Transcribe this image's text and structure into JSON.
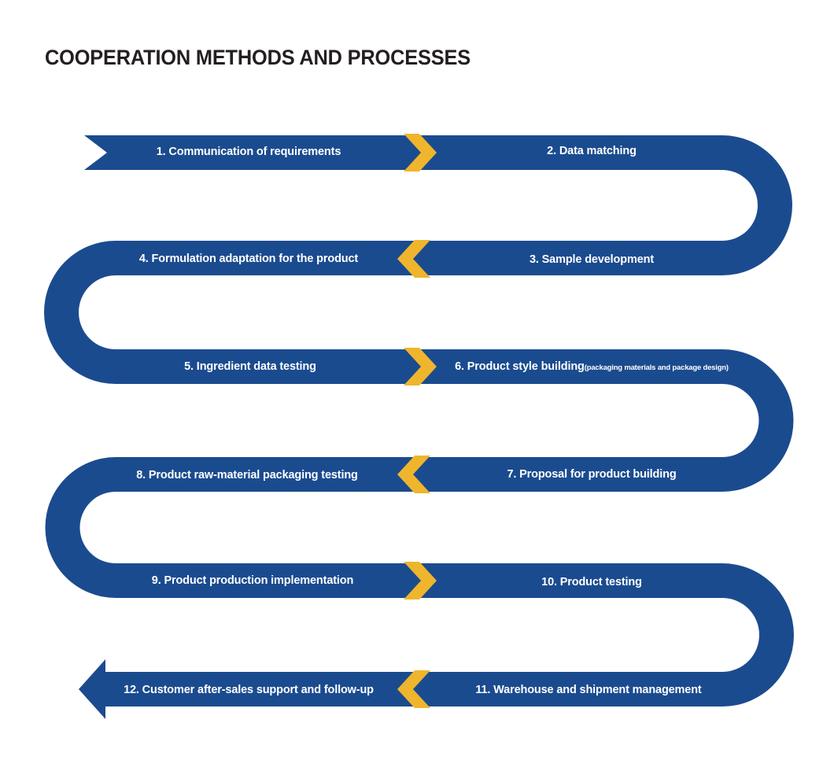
{
  "page": {
    "title": "COOPERATION METHODS AND PROCESSES",
    "background_color": "#ffffff",
    "title_color": "#231f20"
  },
  "theme": {
    "band_color": "#1b4b8f",
    "chevron_color": "#efb52c",
    "label_color": "#ffffff"
  },
  "diagram": {
    "type": "serpentine-process-flow",
    "direction": "boustrophedon",
    "band_thickness": 44,
    "step_count": 12,
    "start_marker": "notched-tail",
    "end_marker": "arrowhead-left",
    "steps": [
      {
        "number": "1.",
        "label": "1. Communication of requirements",
        "note": "",
        "row": 1,
        "side": "left",
        "flow": "right"
      },
      {
        "number": "2.",
        "label": "2. Data matching",
        "note": "",
        "row": 1,
        "side": "right",
        "flow": "right"
      },
      {
        "number": "3.",
        "label": "3. Sample development",
        "note": "",
        "row": 2,
        "side": "right",
        "flow": "left"
      },
      {
        "number": "4.",
        "label": "4. Formulation adaptation for the product",
        "note": "",
        "row": 2,
        "side": "left",
        "flow": "left"
      },
      {
        "number": "5.",
        "label": "5. Ingredient data testing",
        "note": "",
        "row": 3,
        "side": "left",
        "flow": "right"
      },
      {
        "number": "6.",
        "label": "6. Product style building",
        "note": "(packaging materials and package design)",
        "row": 3,
        "side": "right",
        "flow": "right"
      },
      {
        "number": "7.",
        "label": "7. Proposal for product  building",
        "note": "",
        "row": 4,
        "side": "right",
        "flow": "left"
      },
      {
        "number": "8.",
        "label": "8. Product raw-material packaging testing",
        "note": "",
        "row": 4,
        "side": "left",
        "flow": "left"
      },
      {
        "number": "9.",
        "label": "9. Product production implementation",
        "note": "",
        "row": 5,
        "side": "left",
        "flow": "right"
      },
      {
        "number": "10.",
        "label": "10. Product testing",
        "note": "",
        "row": 5,
        "side": "right",
        "flow": "right"
      },
      {
        "number": "11.",
        "label": "11. Warehouse and shipment management",
        "note": "",
        "row": 6,
        "side": "right",
        "flow": "left"
      },
      {
        "number": "12.",
        "label": "12. Customer after-sales support and follow-up",
        "note": "",
        "row": 6,
        "side": "left",
        "flow": "left"
      }
    ],
    "chevrons": [
      {
        "row": 1,
        "direction": "right"
      },
      {
        "row": 2,
        "direction": "left"
      },
      {
        "row": 3,
        "direction": "right"
      },
      {
        "row": 4,
        "direction": "left"
      },
      {
        "row": 5,
        "direction": "right"
      },
      {
        "row": 6,
        "direction": "left"
      }
    ]
  }
}
